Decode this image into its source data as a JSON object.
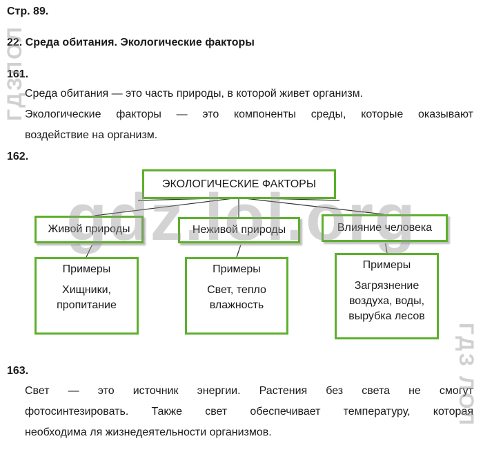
{
  "page_label": "Стр. 89.",
  "section_title": "22. Среда обитания. Экологические факторы",
  "task161": {
    "number": "161.",
    "line1": "Среда обитания — это часть природы, в которой живет организм.",
    "line2": "Экологические факторы — это компоненты среды, которые оказывают",
    "line3": "воздействие на организм."
  },
  "task162": {
    "number": "162.",
    "diagram": {
      "root": "ЭКОЛОГИЧЕСКИЕ ФАКТОРЫ",
      "categories": [
        "Живой природы",
        "Неживой природы",
        "Влияние человека"
      ],
      "examples": [
        {
          "title": "Примеры",
          "text": "Хищники,\nпропитание"
        },
        {
          "title": "Примеры",
          "text": "Свет, тепло\nвлажность"
        },
        {
          "title": "Примеры",
          "text": "Загрязнение\nвоздуха, воды,\nвырубка лесов"
        }
      ]
    }
  },
  "task163": {
    "number": "163.",
    "line1": "Свет — это источник энергии. Растения без света не смогут",
    "line2": "фотосинтезировать. Также свет обеспечивает температуру, которая",
    "line3": "необходима ля жизнедеятельности организмов."
  },
  "watermarks": {
    "main": "gdz.lol.org",
    "vertical_left": "ГДЗЛОЛ",
    "vertical_right": "ГДЗ ЛОЛ"
  },
  "colors": {
    "box_border": "#5cb02c",
    "text": "#1a1a1a",
    "watermark": "#969696"
  }
}
